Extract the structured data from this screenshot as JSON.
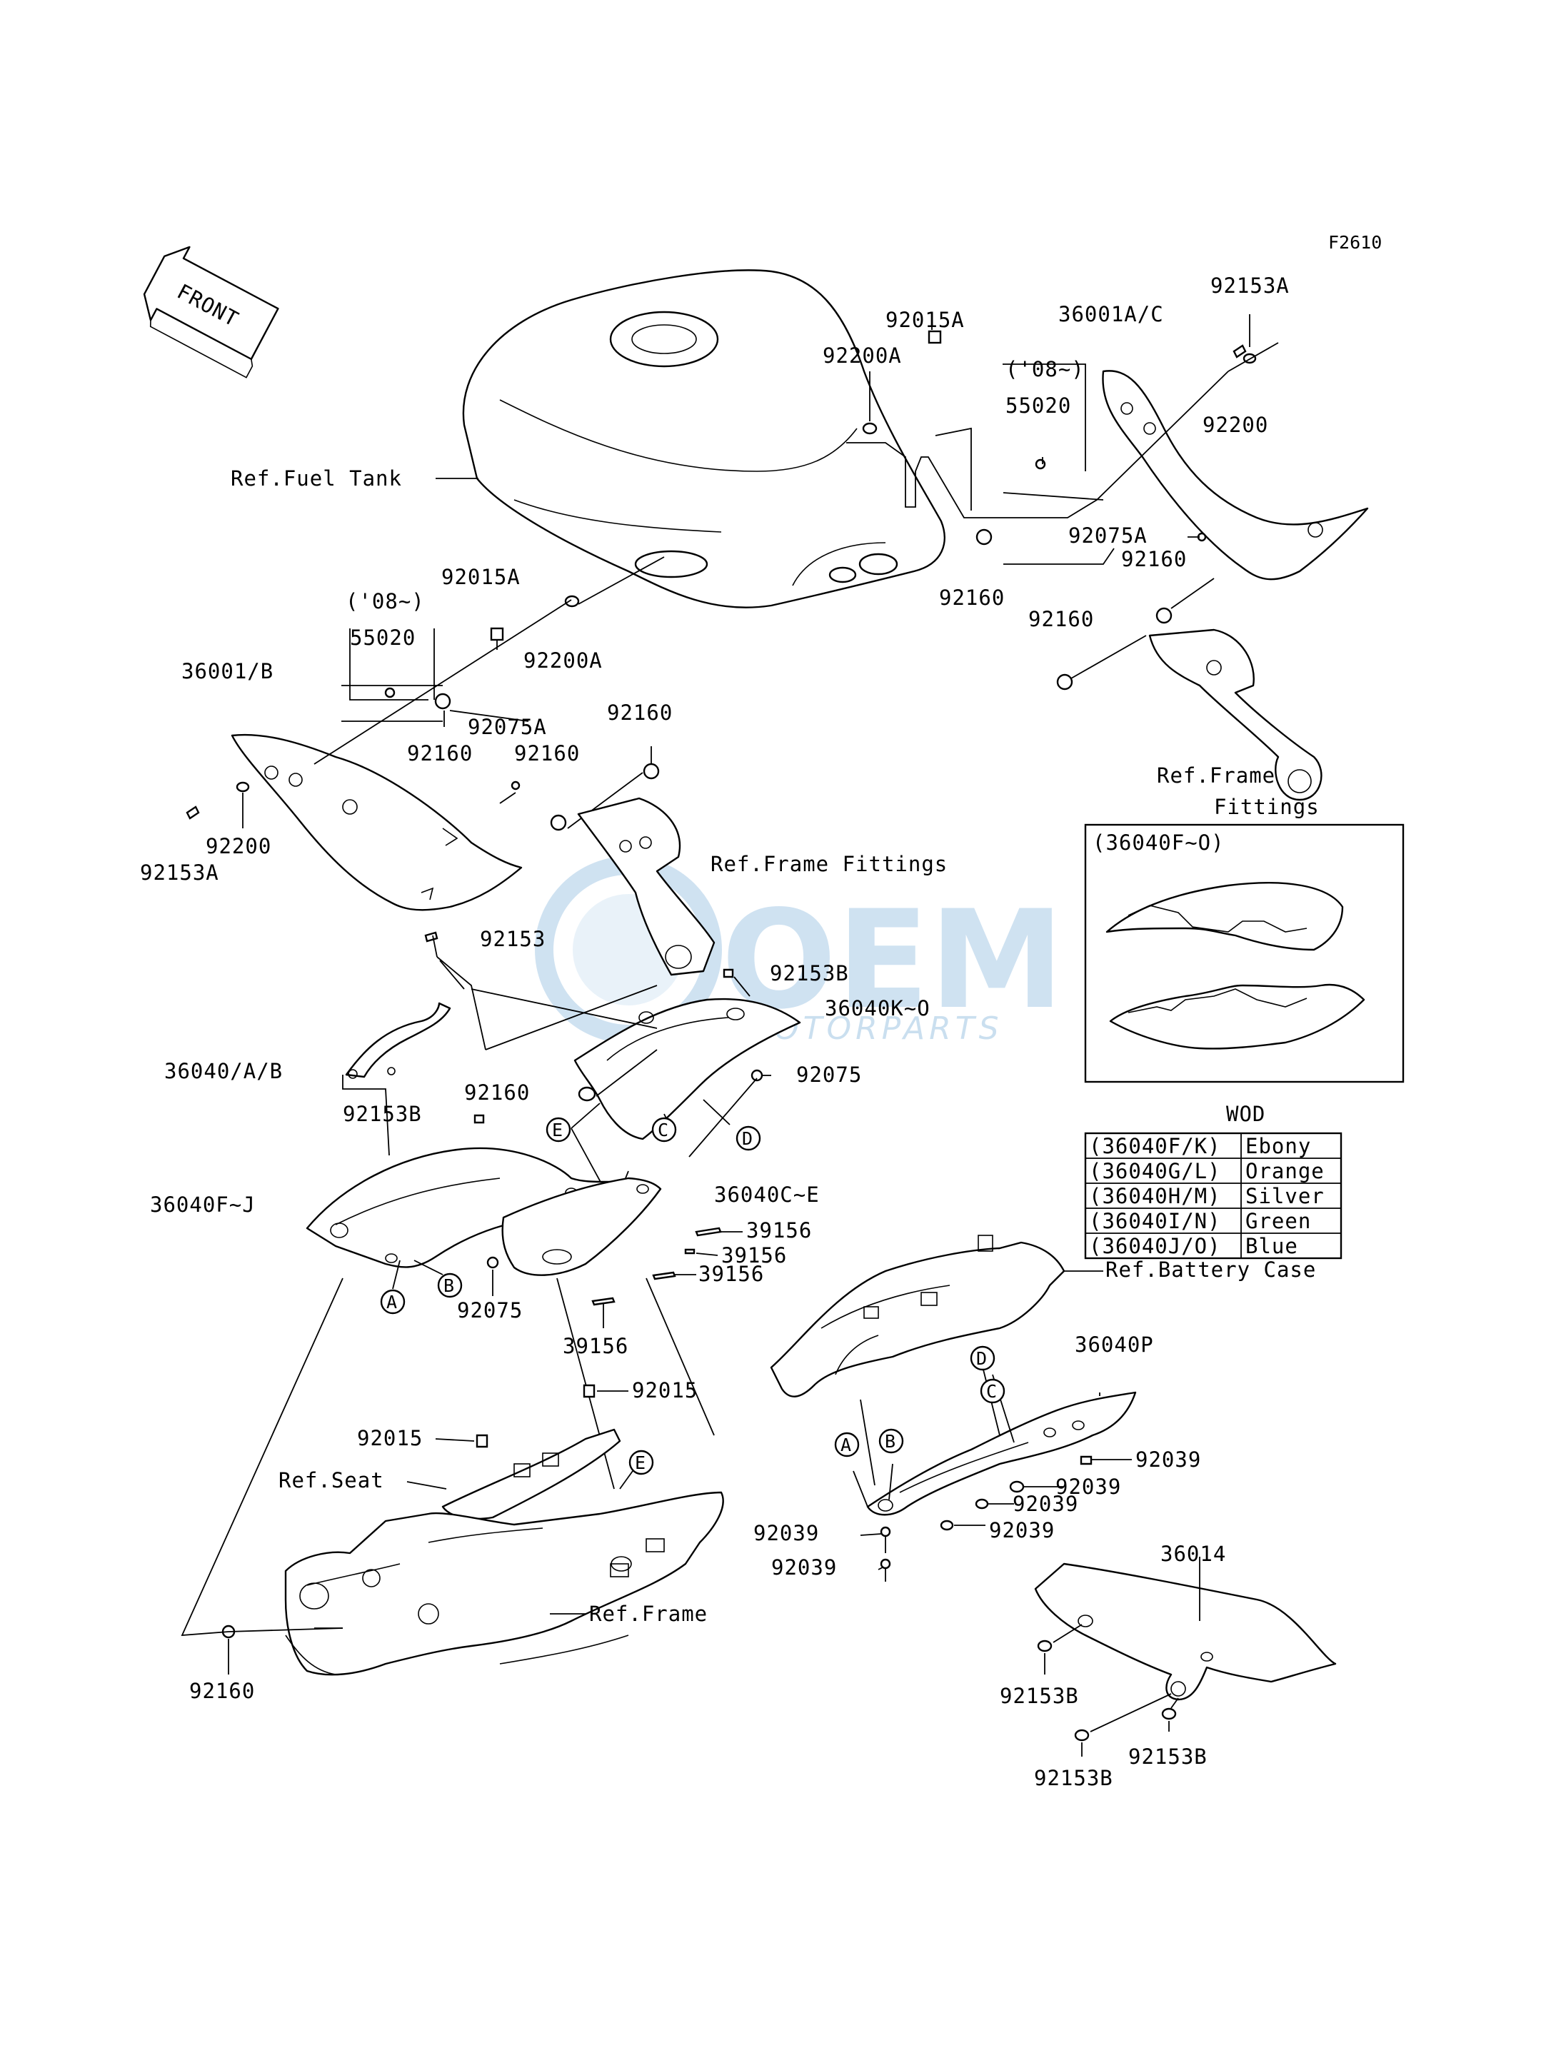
{
  "figure_code": "F2610",
  "front_arrow": "FRONT",
  "references": {
    "fuel_tank": "Ref.Fuel Tank",
    "frame_fittings_top": "Ref.Frame",
    "frame_fittings_top_2": "Fittings",
    "frame_fittings_mid": "Ref.Frame Fittings",
    "battery_case": "Ref.Battery Case",
    "seat": "Ref.Seat",
    "frame": "Ref.Frame"
  },
  "parts": {
    "p92153A_r": "92153A",
    "p36001AC": "36001A/C",
    "p92015A_r": "92015A",
    "p92200A_r": "92200A",
    "p08_r": "('08~)",
    "p55020_r": "55020",
    "p92200_r": "92200",
    "p92075A_r": "92075A",
    "p92160_r1": "92160",
    "p92160_r2": "92160",
    "p92160_r3": "92160",
    "p92015A_l": "92015A",
    "p08_l": "('08~)",
    "p55020_l": "55020",
    "p92200A_l": "92200A",
    "p36001B": "36001/B",
    "p92075A_l": "92075A",
    "p92160_l1": "92160",
    "p92160_l2": "92160",
    "p92160_l3": "92160",
    "p92200_l": "92200",
    "p92153A_l": "92153A",
    "p92153": "92153",
    "p92153B_1": "92153B",
    "p36040KO": "36040K~O",
    "p36040AB": "36040/A/B",
    "p92160_m": "92160",
    "p92075_1": "92075",
    "p92153B_2": "92153B",
    "p36040CE": "36040C~E",
    "p36040FJ": "36040F~J",
    "p39156_1": "39156",
    "p39156_2": "39156",
    "p39156_3": "39156",
    "p39156_4": "39156",
    "p92075_2": "92075",
    "p92015_1": "92015",
    "p92015_2": "92015",
    "p36040P": "36040P",
    "p92039_1": "92039",
    "p92039_2": "92039",
    "p92039_3": "92039",
    "p92039_4": "92039",
    "p92039_5": "92039",
    "p92039_6": "92039",
    "p36014": "36014",
    "p92153B_3": "92153B",
    "p92153B_4": "92153B",
    "p92153B_5": "92153B",
    "p92160_bot": "92160"
  },
  "callouts": {
    "A": "A",
    "B": "B",
    "C": "C",
    "D": "D",
    "E": "E"
  },
  "inset": {
    "title": "(36040F~O)",
    "wod": "WOD"
  },
  "color_table": [
    {
      "code": "(36040F/K)",
      "color": "Ebony"
    },
    {
      "code": "(36040G/L)",
      "color": "Orange"
    },
    {
      "code": "(36040H/M)",
      "color": "Silver"
    },
    {
      "code": "(36040I/N)",
      "color": "Green"
    },
    {
      "code": "(36040J/O)",
      "color": "Blue"
    }
  ],
  "watermark": {
    "brand": "OEM",
    "sub": "MOTORPARTS",
    "color": "#a8cbe6"
  }
}
